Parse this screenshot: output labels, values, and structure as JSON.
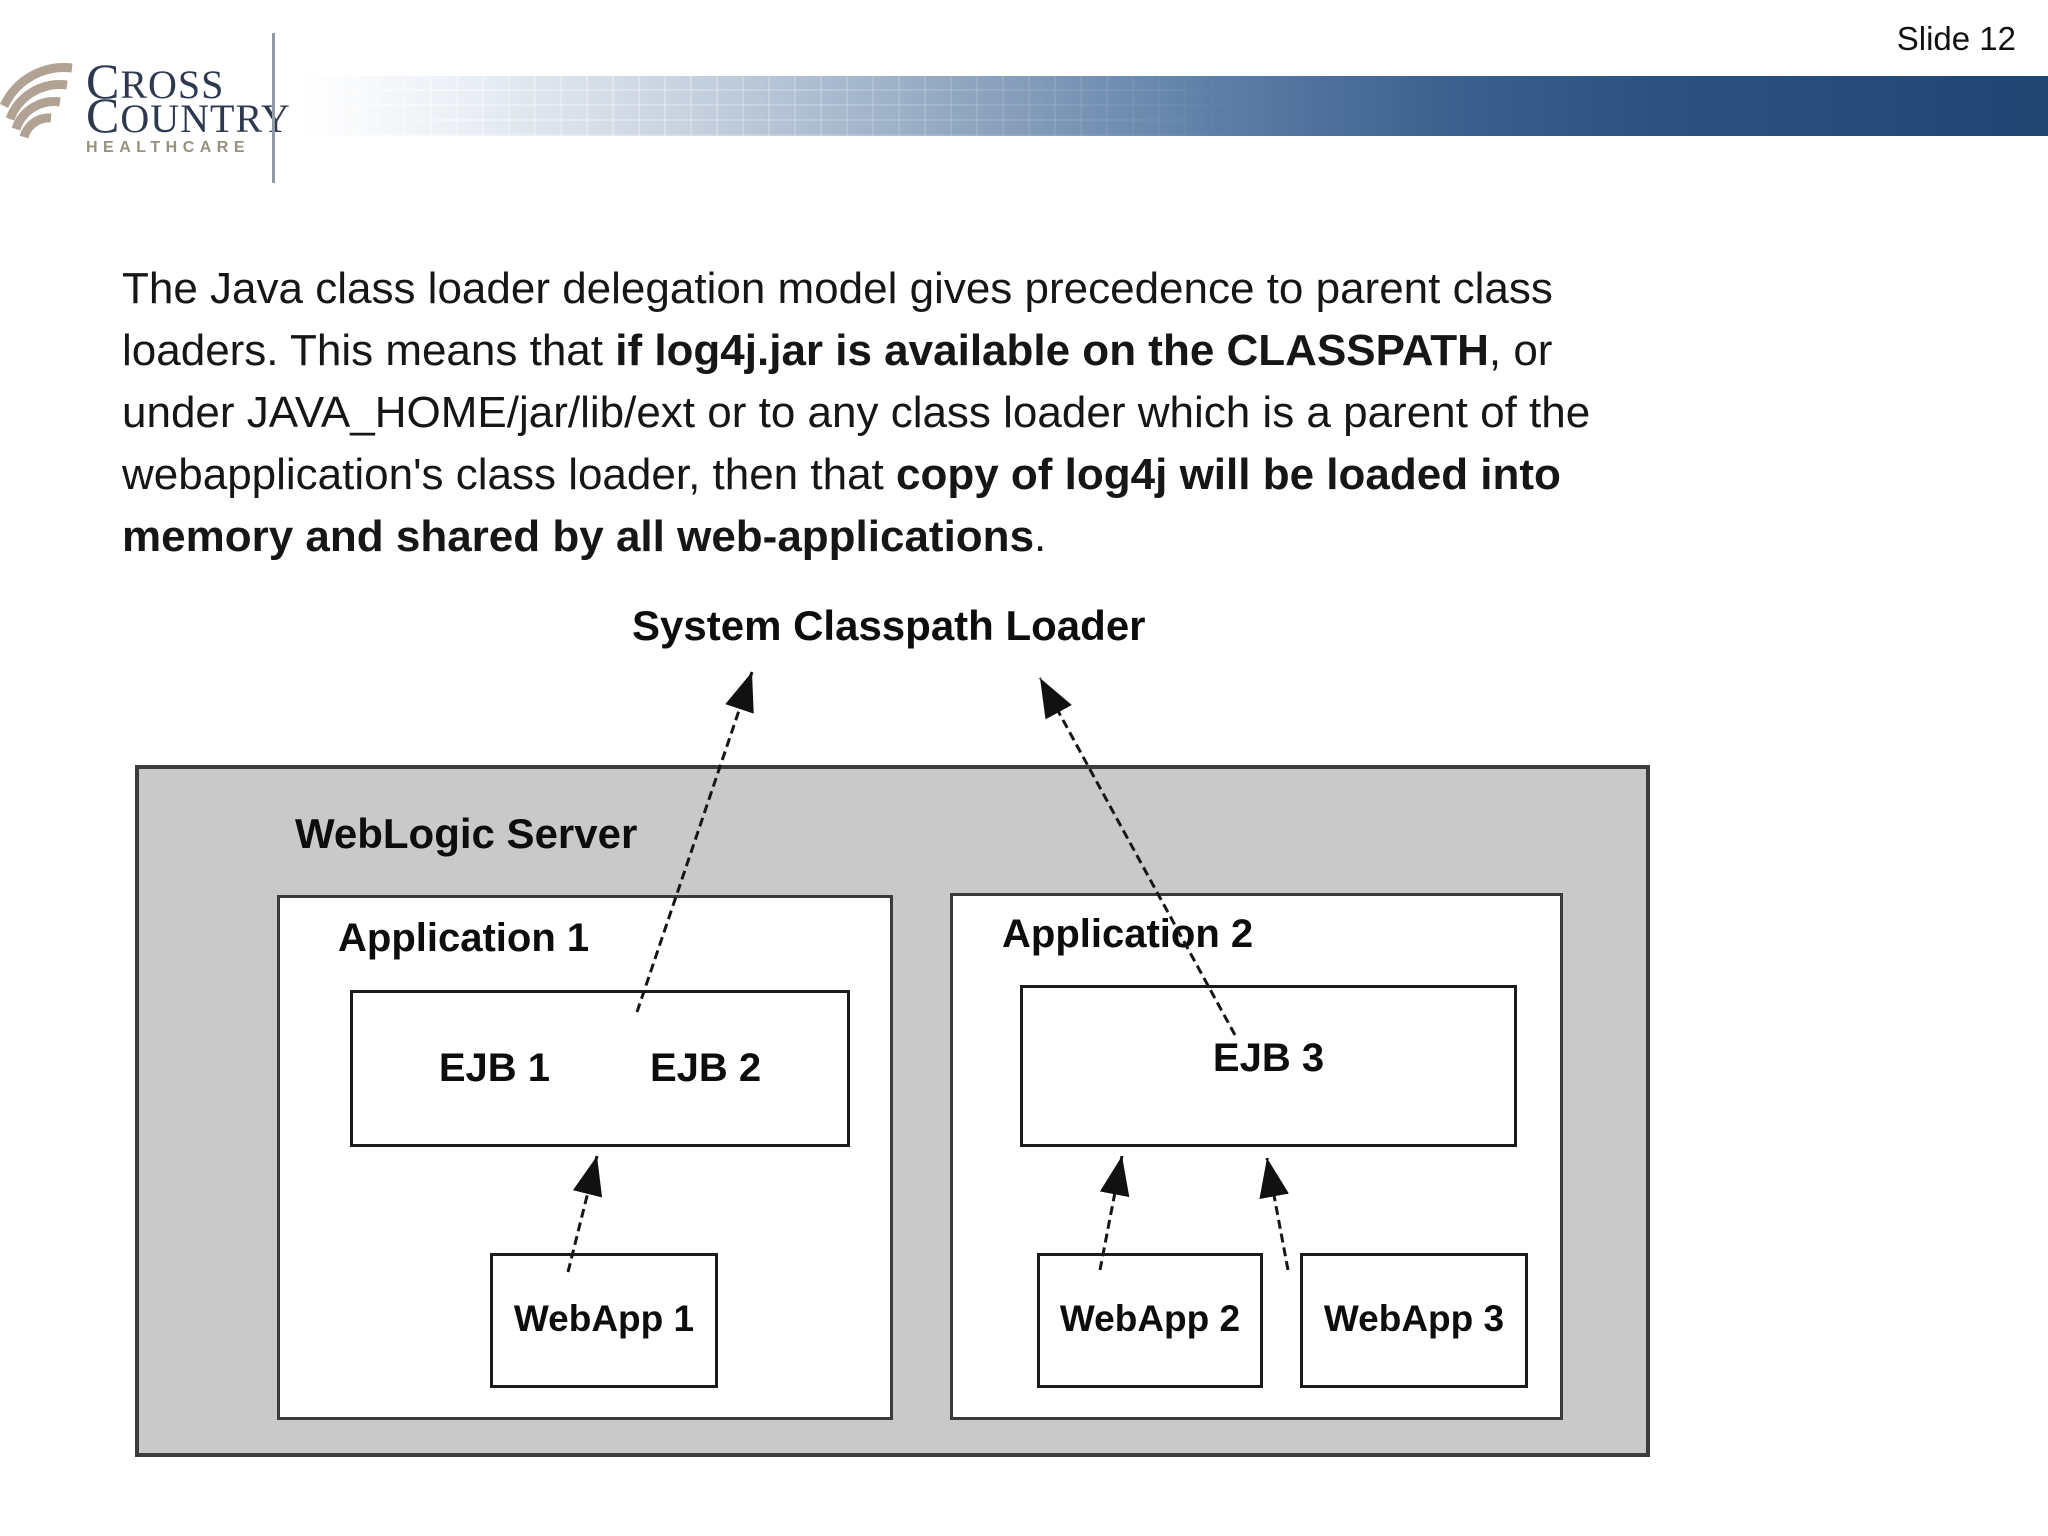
{
  "slide": {
    "number_label": "Slide 12"
  },
  "logo": {
    "line1": "CROSS",
    "line2": "COUNTRY",
    "line3": "HEALTHCARE"
  },
  "paragraph": {
    "lines": [
      [
        {
          "t": "The Java class loader delegation model gives precedence to parent class",
          "b": false
        }
      ],
      [
        {
          "t": "loaders. This means that ",
          "b": false
        },
        {
          "t": "if log4j.jar is available on the CLASSPATH",
          "b": true
        },
        {
          "t": ", or",
          "b": false
        }
      ],
      [
        {
          "t": "under JAVA_HOME/jar/lib/ext or to any class loader which is a parent of the",
          "b": false
        }
      ],
      [
        {
          "t": "webapplication's class loader, then that ",
          "b": false
        },
        {
          "t": "copy of log4j will be loaded into",
          "b": true
        }
      ],
      [
        {
          "t": "memory and shared by all web-applications",
          "b": true
        },
        {
          "t": ".",
          "b": false
        }
      ]
    ]
  },
  "diagram": {
    "classpath_loader_label": "System Classpath Loader",
    "server_label": "WebLogic Server",
    "app1": {
      "label": "Application 1",
      "ejbs": [
        "EJB 1",
        "EJB 2"
      ],
      "webapps": [
        "WebApp 1"
      ]
    },
    "app2": {
      "label": "Application 2",
      "ejbs": [
        "EJB 3"
      ],
      "webapps": [
        "WebApp 2",
        "WebApp 3"
      ]
    }
  },
  "colors": {
    "bar-navy": "#274a7a",
    "logo-tan": "#b1a293",
    "logo-navy": "#2e3950",
    "health-gray": "#96927f",
    "diagram-gray": "#c9c9c9"
  }
}
